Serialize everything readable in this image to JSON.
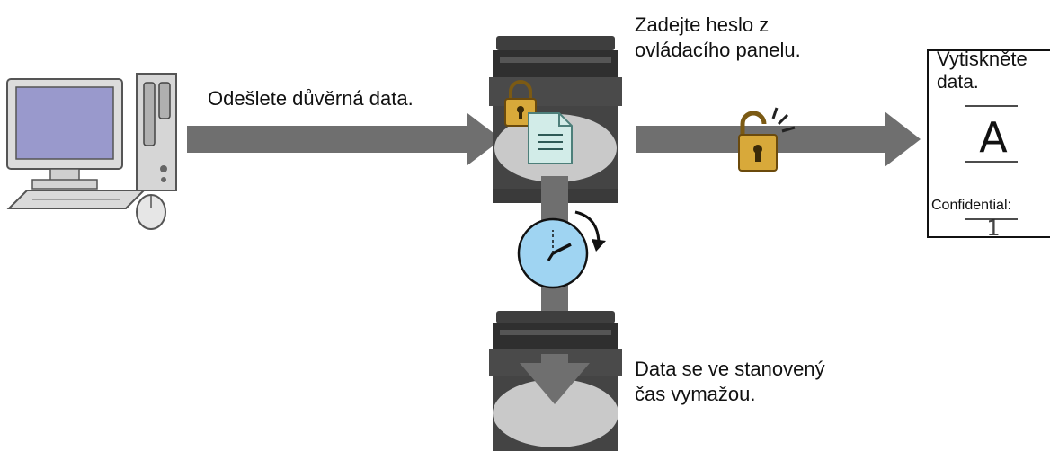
{
  "labels": {
    "send_data": "Odešlete důvěrná data.",
    "enter_password_line1": "Zadejte heslo z",
    "enter_password_line2": "ovládacího panelu.",
    "print_data_line1": "Vytiskněte",
    "print_data_line2": "data.",
    "erase_line1": "Data se ve stanovený",
    "erase_line2": "čas vymažou."
  },
  "document": {
    "letter": "A",
    "caption": "Confidential:",
    "page": "1"
  },
  "icons": [
    "computer-icon",
    "printer-icon",
    "locked-padlock-icon",
    "document-icon",
    "unlocked-padlock-icon",
    "clock-icon"
  ],
  "colors": {
    "arrow": "#6f6f6f",
    "monitor_screen": "#9999cc",
    "clock_face": "#9fd4f2",
    "padlock": "#d8a93a",
    "printer": "#4a4a4a",
    "tray": "#c9c9c9"
  }
}
